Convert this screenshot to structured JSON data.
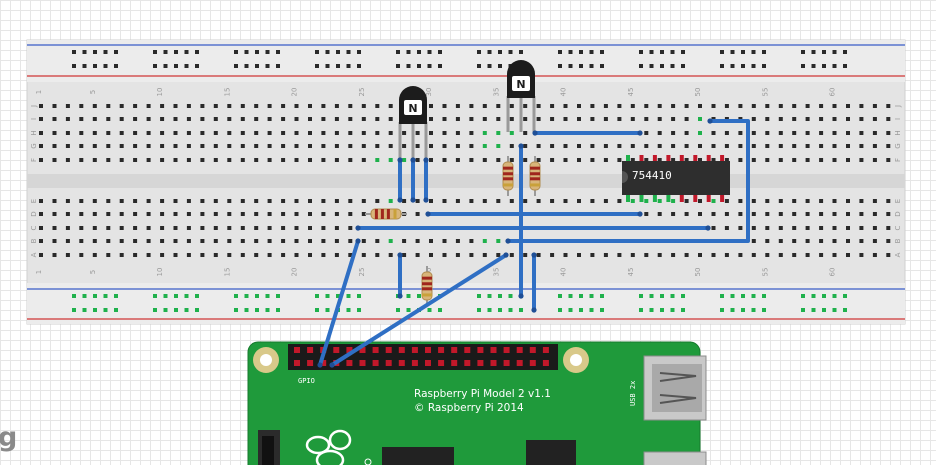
{
  "breadboard": {
    "column_numbers": [
      "1",
      "5",
      "10",
      "15",
      "20",
      "25",
      "30",
      "35",
      "40",
      "45",
      "50",
      "55",
      "60"
    ],
    "top_row_letters": [
      "J",
      "I",
      "H",
      "G",
      "F"
    ],
    "bottom_row_letters": [
      "E",
      "D",
      "C",
      "B",
      "A"
    ]
  },
  "chip": {
    "label": "754410"
  },
  "transistors": [
    {
      "letter": "N"
    },
    {
      "letter": "N"
    }
  ],
  "raspberry_pi": {
    "model_label": "Raspberry Pi Model 2 v1.1",
    "copyright_label": "© Raspberry Pi 2014",
    "gpio_label": "GPIO",
    "usb_label": "USB 2x"
  },
  "corner_fragment": {
    "text": "g"
  },
  "colors": {
    "wire": "#2f6fc4",
    "pcb": "#1f9a3b",
    "chip": "#2e2e2e",
    "header_pin": "#c2182a",
    "breadboard": "#e8e8e8"
  }
}
